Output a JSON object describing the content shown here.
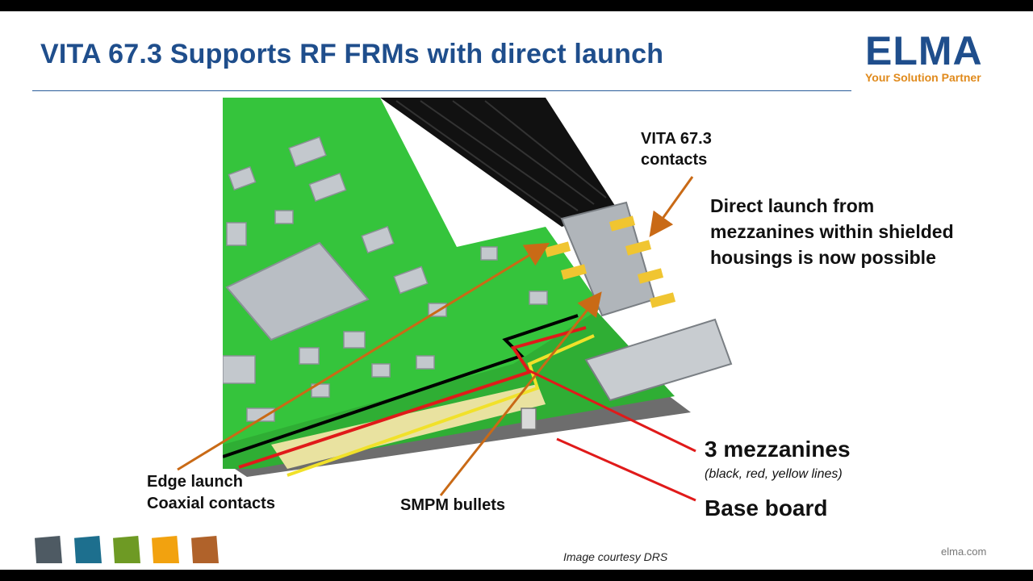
{
  "slide": {
    "title": "VITA 67.3 Supports RF FRMs with direct launch",
    "logo": {
      "word": "ELMA",
      "tagline": "Your Solution Partner"
    },
    "labels": {
      "vita_line1": "VITA 67.3",
      "vita_line2": "contacts",
      "direct_line1": "Direct launch from",
      "direct_line2": "mezzanines within shielded",
      "direct_line3": "housings is now possible",
      "mezzanines": "3 mezzanines",
      "mezzanines_note": "(black, red, yellow lines)",
      "base_board": "Base board",
      "edge_line1": "Edge launch",
      "edge_line2": "Coaxial contacts",
      "smpm": "SMPM bullets"
    },
    "credit": "Image courtesy DRS",
    "site": "elma.com",
    "colors": {
      "title": "#1f4e8c",
      "logo_tagline": "#e08a1c",
      "board_green": "#33c43a",
      "arrow_orange": "#c96a16",
      "line_red": "#e01a1a",
      "tiles": [
        "#4e5a63",
        "#1d6f8e",
        "#6e9a24",
        "#f2a20f",
        "#b0622a"
      ]
    }
  }
}
